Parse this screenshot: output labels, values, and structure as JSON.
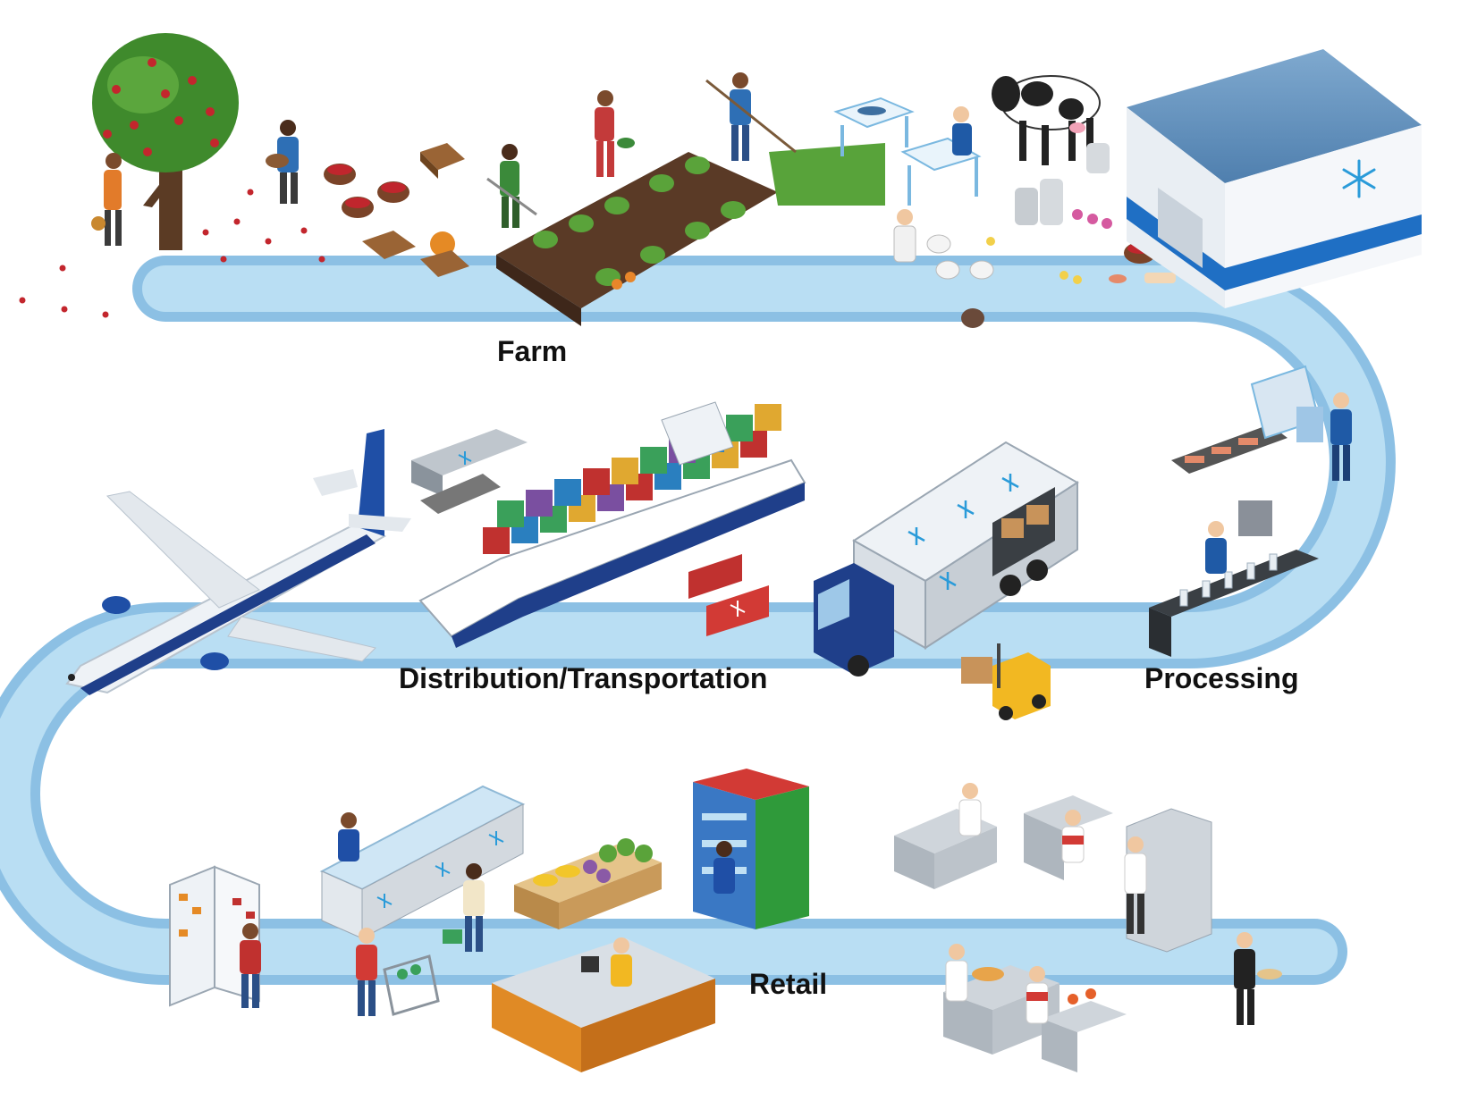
{
  "stages": {
    "farm": "Farm",
    "processing": "Processing",
    "distribution": "Distribution/Transportation",
    "retail": "Retail"
  },
  "colors": {
    "path": "#a9d4ee",
    "path_edge": "#8cc0e4",
    "accent_blue": "#1f6fc4",
    "snowflake": "#2a9bd9",
    "container_red": "#c0312f"
  },
  "icons": {
    "farm": [
      "apple-tree-icon",
      "farmer-icon",
      "crate-icon",
      "field-icon",
      "cow-icon",
      "milk-can-icon",
      "chicken-icon",
      "fish-table-icon"
    ],
    "processing": [
      "cold-storage-warehouse-icon",
      "conveyor-machine-icon",
      "bottling-line-icon"
    ],
    "distribution": [
      "airplane-icon",
      "cargo-ship-icon",
      "refrigerated-truck-icon",
      "forklift-icon",
      "reefer-container-icon",
      "cooling-unit-icon"
    ],
    "retail": [
      "refrigerator-icon",
      "freezer-display-icon",
      "shopper-icon",
      "produce-stand-icon",
      "beverage-cooler-icon",
      "checkout-counter-icon",
      "restaurant-kitchen-icon",
      "chef-icon",
      "waiter-icon"
    ]
  }
}
